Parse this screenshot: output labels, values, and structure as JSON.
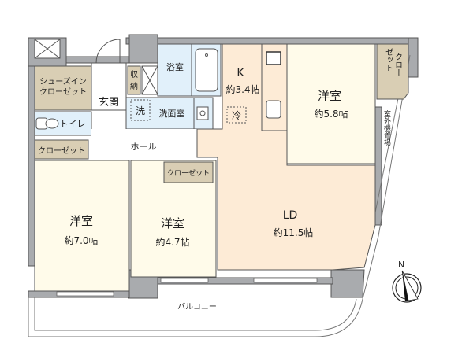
{
  "floorplan": {
    "rooms": {
      "shoes_closet": {
        "label_line1": "シューズイン",
        "label_line2": "クローゼット"
      },
      "entrance": {
        "label": "玄関"
      },
      "storage": {
        "label_line1": "収",
        "label_line2": "納"
      },
      "bathroom": {
        "label": "浴室"
      },
      "washroom": {
        "label": "洗面室",
        "washer": "洗"
      },
      "toilet": {
        "label": "トイレ"
      },
      "closet_left": {
        "label": "クローゼット"
      },
      "hall": {
        "label": "ホール"
      },
      "kitchen": {
        "label": "K",
        "area": "約3.4帖",
        "fridge": "冷"
      },
      "bedroom_ne": {
        "label": "洋室",
        "area": "約5.8帖"
      },
      "closet_ne": {
        "label_col1": "ゼット",
        "label_col2": "クロー"
      },
      "outdoor_unit": {
        "label": "室外機置場"
      },
      "bedroom_sw": {
        "label": "洋室",
        "area": "約7.0帖"
      },
      "bedroom_s": {
        "label": "洋室",
        "area": "約4.7帖",
        "closet": "クローゼット"
      },
      "ld": {
        "label": "LD",
        "area": "約11.5帖"
      },
      "balcony": {
        "label": "バルコニー"
      }
    },
    "compass": {
      "label": "N"
    },
    "colors": {
      "wall": "#a9abae",
      "wall_stroke": "#555555",
      "bedroom": "#fffbea",
      "ldk": "#fdebd6",
      "wet": "#e1f0fa",
      "closet": "#d9ceb4",
      "corridor": "#ffffff"
    }
  }
}
